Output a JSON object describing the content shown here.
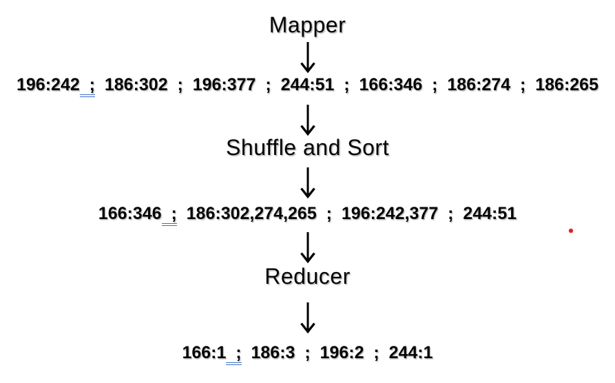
{
  "diagram": {
    "stages": {
      "mapper": "Mapper",
      "shuffle": "Shuffle and Sort",
      "reducer": "Reducer"
    },
    "rows": {
      "mapper_output": {
        "before": "196:242",
        "flagged": "  ;",
        "after": "  186:302  ;  196:377  ;  244:51  ;  166:346  ;  186:274  ;  186:265"
      },
      "shuffle_output": {
        "before": "166:346",
        "flagged": "  ;",
        "after": "  186:302,274,265  ;  196:242,377  ;  244:51"
      },
      "reducer_output": {
        "before": "166:1",
        "flagged": "  ;",
        "after": "  186:3  ;  196:2  ;  244:1"
      }
    },
    "icons": {
      "arrow": "down-arrow-icon"
    },
    "colors": {
      "text": "#050505",
      "grammar_underline": "#3d6cc4",
      "stray_dot": "#e41e1e",
      "background": "#ffffff"
    }
  }
}
